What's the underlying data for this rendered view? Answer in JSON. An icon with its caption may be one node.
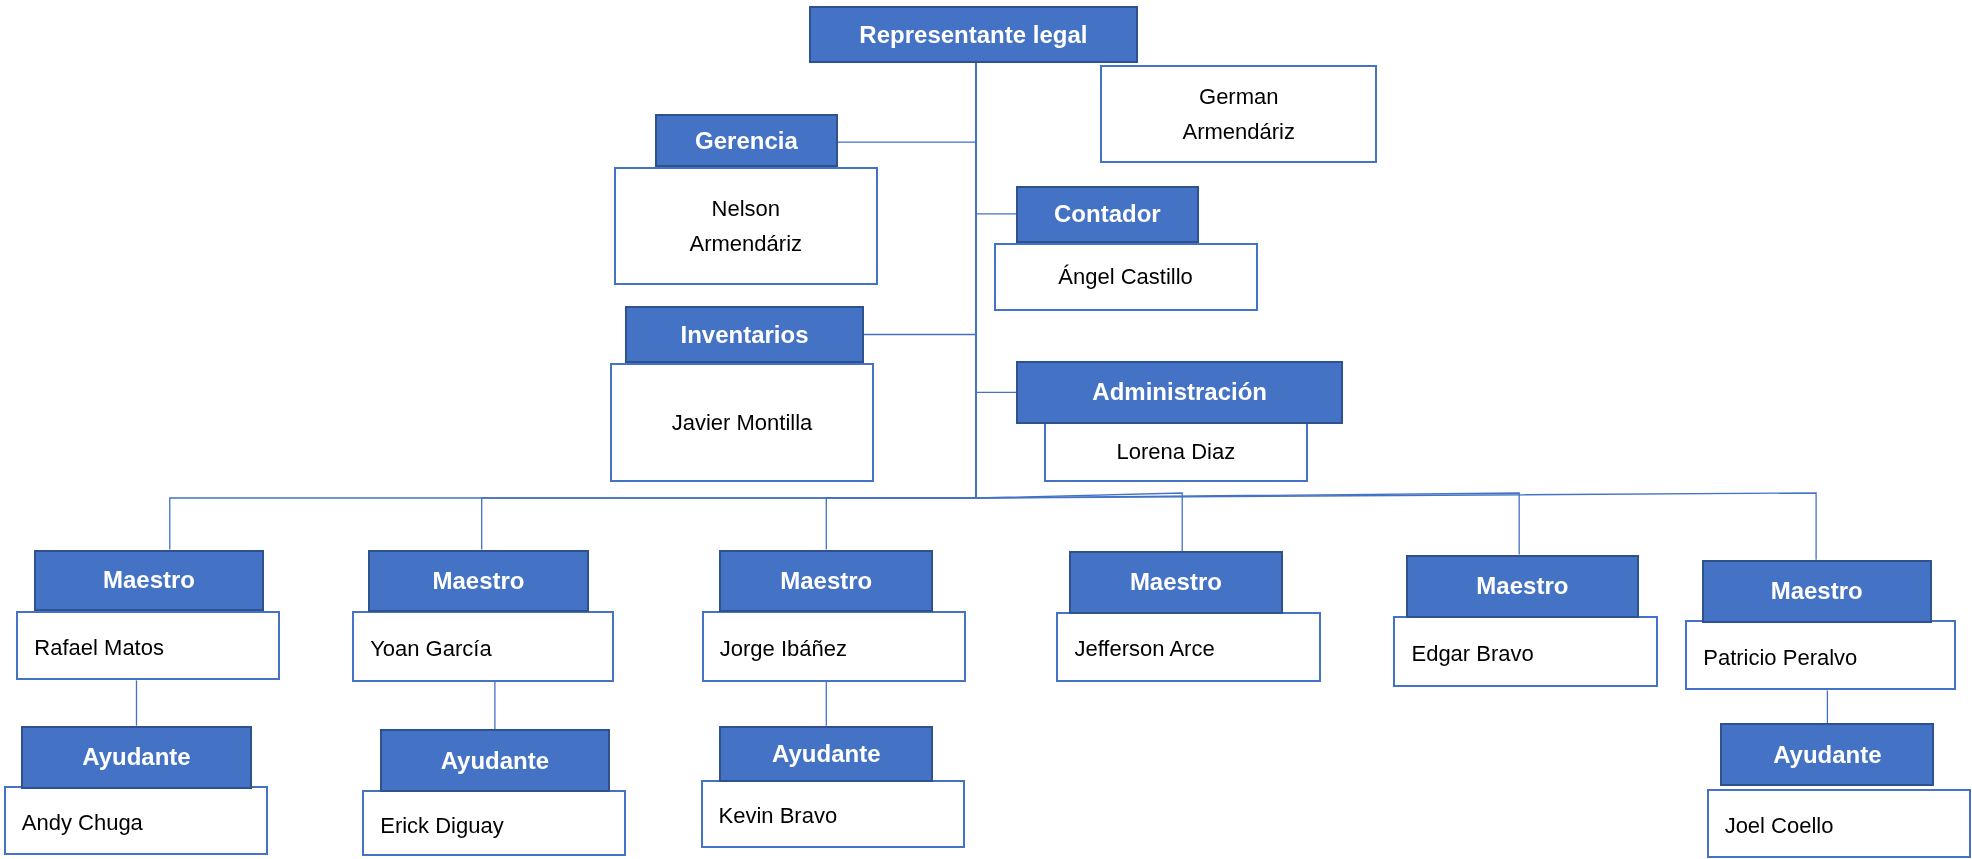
{
  "diagram": {
    "nodes": [
      {
        "text": [
          "Representante legal"
        ]
      },
      {
        "text": [
          "German Armendáriz"
        ]
      },
      {
        "text": [
          "Gerencia"
        ]
      },
      {
        "text": [
          "Nelson Armendáriz"
        ]
      },
      {
        "text": [
          "Contador"
        ]
      },
      {
        "text": [
          "Ángel Castillo"
        ]
      },
      {
        "text": [
          "Inventarios"
        ]
      },
      {
        "text": [
          "Javier Montilla"
        ]
      },
      {
        "text": [
          "Administración"
        ]
      },
      {
        "text": [
          "Lorena Diaz"
        ]
      },
      {
        "text": [
          "Maestro"
        ]
      },
      {
        "text": [
          "Rafael Matos"
        ]
      },
      {
        "text": [
          "Maestro"
        ]
      },
      {
        "text": [
          "Yoan García"
        ]
      },
      {
        "text": [
          "Maestro"
        ]
      },
      {
        "text": [
          "Jorge Ibáñez"
        ]
      },
      {
        "text": [
          "Maestro"
        ]
      },
      {
        "text": [
          "Jefferson Arce"
        ]
      },
      {
        "text": [
          "Maestro"
        ]
      },
      {
        "text": [
          "Edgar Bravo"
        ]
      },
      {
        "text": [
          "Maestro"
        ]
      },
      {
        "text": [
          "Patricio Peralvo"
        ]
      },
      {
        "text": [
          "Ayudante"
        ]
      },
      {
        "text": [
          "Andy Chuga"
        ]
      },
      {
        "text": [
          "Ayudante"
        ]
      },
      {
        "text": [
          "Erick Diguay"
        ]
      },
      {
        "text": [
          "Ayudante"
        ]
      },
      {
        "text": [
          "Kevin Bravo"
        ]
      },
      {
        "text": [
          "Ayudante"
        ]
      },
      {
        "text": [
          "Joel Coello"
        ]
      }
    ],
    "edges": [
      {
        "from": 0,
        "to": 2,
        "arrow": "none"
      },
      {
        "from": 0,
        "to": 4,
        "arrow": "none"
      },
      {
        "from": 0,
        "to": 6,
        "arrow": "none"
      },
      {
        "from": 0,
        "to": 8,
        "arrow": "none"
      },
      {
        "from": 0,
        "to": 10,
        "arrow": "none"
      },
      {
        "from": 0,
        "to": 12,
        "arrow": "none"
      },
      {
        "from": 0,
        "to": 14,
        "arrow": "none"
      },
      {
        "from": 0,
        "to": 16,
        "arrow": "none"
      },
      {
        "from": 0,
        "to": 18,
        "arrow": "none"
      },
      {
        "from": 0,
        "to": 20,
        "arrow": "none"
      },
      {
        "from": 11,
        "to": 22,
        "arrow": "none"
      },
      {
        "from": 13,
        "to": 24,
        "arrow": "none"
      },
      {
        "from": 15,
        "to": 26,
        "arrow": "none"
      },
      {
        "from": 21,
        "to": 28,
        "arrow": "none"
      }
    ]
  }
}
